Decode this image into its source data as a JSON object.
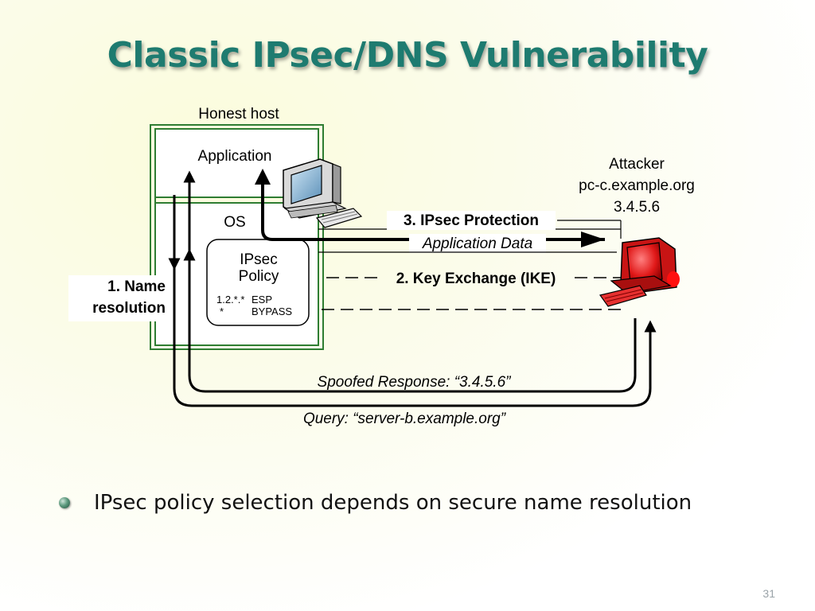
{
  "slide": {
    "title": "Classic IPsec/DNS Vulnerability",
    "bullet": "IPsec policy selection depends on secure name resolution",
    "page_number": "31"
  },
  "diagram": {
    "honest_host_label": "Honest host",
    "application_label": "Application",
    "os_label": "OS",
    "policy_title_line1": "IPsec",
    "policy_title_line2": "Policy",
    "policy_rules": [
      {
        "match": "1.2.*.*",
        "action": "ESP"
      },
      {
        "match": "*",
        "action": "BYPASS"
      }
    ],
    "attacker": {
      "name": "Attacker",
      "host": "pc-c.example.org",
      "ip": "3.4.5.6"
    },
    "steps": {
      "name_resolution_line1": "1. Name",
      "name_resolution_line2": "resolution",
      "key_exchange": "2. Key Exchange (IKE)",
      "ipsec_protection": "3. IPsec Protection",
      "application_data": "Application Data",
      "spoofed_response": "Spoofed Response: “3.4.5.6”",
      "query": "Query: “server-b.example.org”"
    },
    "colors": {
      "host_border": "#2e7d32",
      "attacker_red": "#e02020",
      "title_teal": "#1e7b70"
    },
    "icons": [
      "computer-icon",
      "attacker-computer-icon"
    ]
  }
}
